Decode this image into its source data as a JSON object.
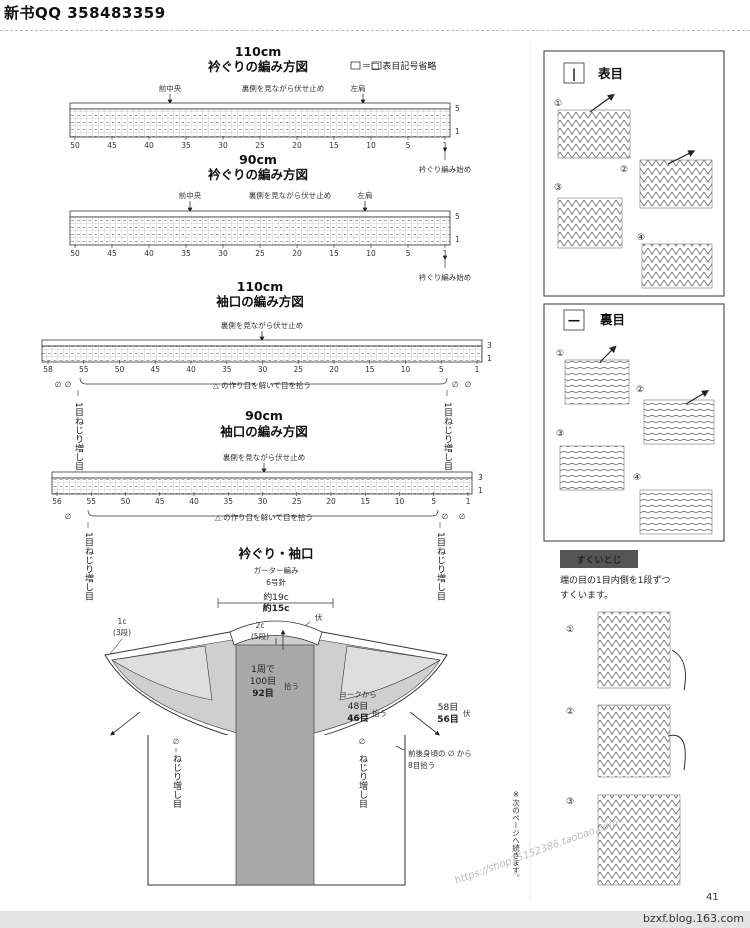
{
  "header": {
    "title": "新书QQ 358483359"
  },
  "legend_note": "＝□ 表目記号省略",
  "neck_charts": [
    {
      "title_size": "110cm",
      "title": "衿ぐりの編み方図",
      "center_label": "前中央",
      "bind_label": "裏側を見ながら伏せ止め",
      "shoulder_label": "左肩",
      "row_labels": [
        "5",
        "1"
      ],
      "ticks": [
        "50",
        "45",
        "40",
        "35",
        "30",
        "25",
        "20",
        "15",
        "10",
        "5",
        "1"
      ],
      "start_label": "衿ぐり編み始め"
    },
    {
      "title_size": "90cm",
      "title": "衿ぐりの編み方図",
      "center_label": "前中央",
      "bind_label": "裏側を見ながら伏せ止め",
      "shoulder_label": "左肩",
      "row_labels": [
        "5",
        "1"
      ],
      "ticks": [
        "50",
        "45",
        "40",
        "35",
        "30",
        "25",
        "20",
        "15",
        "10",
        "5",
        "1"
      ],
      "start_label": "衿ぐり編み始め"
    }
  ],
  "sleeve_charts": [
    {
      "title_size": "110cm",
      "title": "袖口の編み方図",
      "bind_label": "裏側を見ながら伏せ止め",
      "row_labels": [
        "3",
        "1"
      ],
      "ticks": [
        "58",
        "55",
        "50",
        "45",
        "40",
        "35",
        "30",
        "25",
        "20",
        "15",
        "10",
        "5",
        "1"
      ],
      "pickup_label": "△ の作り目を解いて目を拾う",
      "inc_label": "1目ねじり増し目"
    },
    {
      "title_size": "90cm",
      "title": "袖口の編み方図",
      "bind_label": "裏側を見ながら伏せ止め",
      "row_labels": [
        "3",
        "1"
      ],
      "ticks": [
        "56",
        "55",
        "50",
        "45",
        "40",
        "35",
        "30",
        "25",
        "20",
        "15",
        "10",
        "5",
        "1"
      ],
      "pickup_label": "△ の作り目を解いて目を拾う",
      "inc_label": "1目ねじり増し目"
    }
  ],
  "schematic": {
    "title": "衿ぐり・袖口",
    "pattern": "ガーター編み",
    "needle": "6号針",
    "width_a": "約19c",
    "width_b": "約15c",
    "fuse": "伏",
    "sleeve_band": "1c",
    "sleeve_band_rows": "(3段)",
    "neck_band": "2c",
    "neck_band_rows": "(5段)",
    "round_label": "1周で",
    "round_a": "100目",
    "round_b": "92目",
    "pick": "拾う",
    "yoke_from": "ヨークから",
    "yoke_a": "48目",
    "yoke_b": "46目",
    "sleeve_a": "58目",
    "sleeve_b": "56目",
    "body_from": "前後身頃の ∅ から",
    "body_count": "8目拾う",
    "inc_note": "ねじり増し目",
    "next_page": "※次のページへ続きます。"
  },
  "technique_panels": [
    {
      "title": "表目",
      "symbol": "|",
      "steps": [
        "①",
        "②",
        "③",
        "④"
      ]
    },
    {
      "title": "裏目",
      "symbol": "—",
      "steps": [
        "①",
        "②",
        "③",
        "④"
      ]
    }
  ],
  "sukui": {
    "title": "すくいとじ",
    "desc_1": "端の目の1目内側を1段ずつ",
    "desc_2": "すくいます。",
    "steps": [
      "①",
      "②",
      "③"
    ]
  },
  "watermark": "https://shop35152386.taobao.com",
  "page_number": "41",
  "footer": {
    "site": "bzxf.blog.163.com"
  },
  "colors": {
    "light_gray": "#cfcfcf",
    "mid_gray": "#a9a9a9",
    "line": "#333333"
  }
}
